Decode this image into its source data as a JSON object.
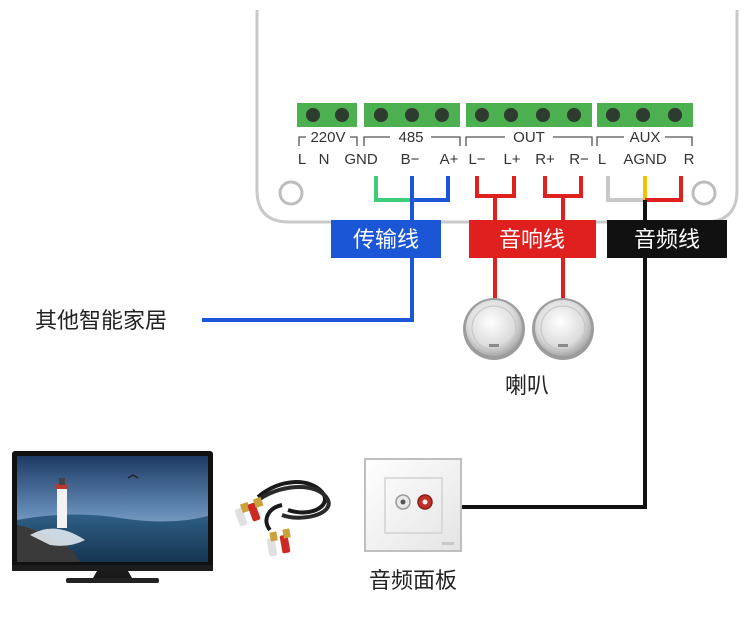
{
  "terminal_groups": [
    {
      "label": "220V",
      "pins": [
        "L",
        "N",
        "GND"
      ]
    },
    {
      "label": "485",
      "pins": [
        "B−",
        "A+"
      ]
    },
    {
      "label": "OUT",
      "pins": [
        "L−",
        "L+",
        "R+",
        "R−"
      ]
    },
    {
      "label": "AUX",
      "pins": [
        "L",
        "AGND",
        "R"
      ]
    }
  ],
  "badges": {
    "transmission": "传输线",
    "speaker": "音响线",
    "audio": "音频线"
  },
  "captions": {
    "smart_home": "其他智能家居",
    "speakers": "喇叭",
    "panel": "音频面板"
  },
  "colors": {
    "transmission": "#1a56d6",
    "speaker": "#e0201e",
    "audio": "#111111",
    "green_wire": "#3dcc7a",
    "white_wire": "#c8c8c8",
    "yellow_wire": "#f2c200",
    "terminal_block": "#4caf50"
  }
}
